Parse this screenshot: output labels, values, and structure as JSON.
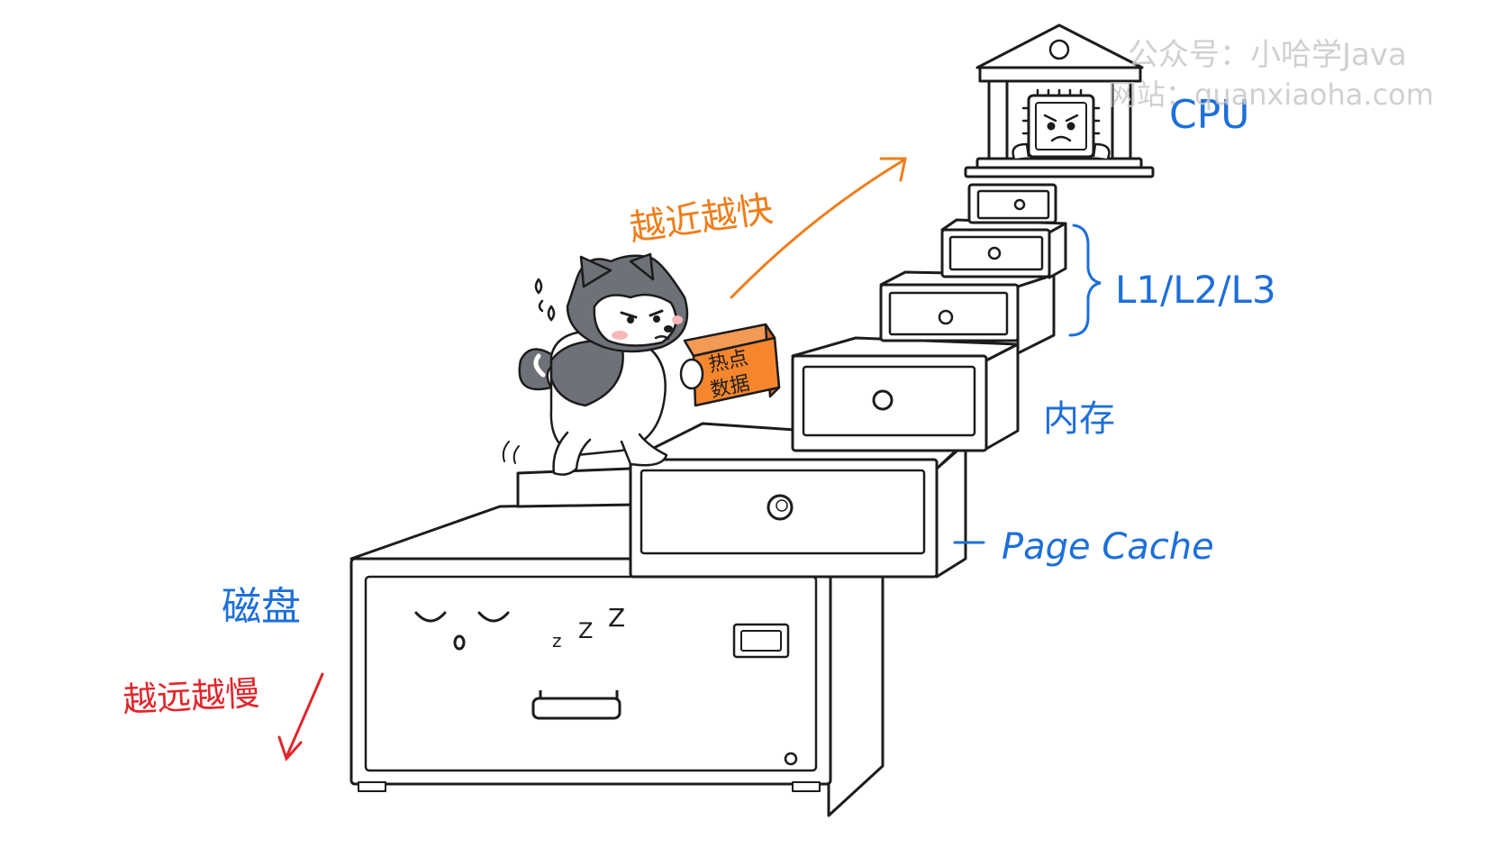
{
  "labels": {
    "cpu": "CPU",
    "cache_levels": "L1/L2/L3",
    "memory": "内存",
    "page_cache": "Page Cache",
    "disk": "磁盘",
    "faster": "越近越快",
    "slower": "越远越慢",
    "box_line1": "热点",
    "box_line2": "数据",
    "snore": [
      "z",
      "Z",
      "Z"
    ]
  },
  "watermark": {
    "line1": "公众号：小哈学Java",
    "line2": "网站：quanxiaoha.com"
  },
  "colors": {
    "blue": "#1e6fd9",
    "orange": "#ef7d1a",
    "red": "#e0262b",
    "box": "#f5862e",
    "outline": "#1c1c1c",
    "drawer_fill": "#ffffff",
    "husky_gray": "#6e7278",
    "watermark": "#c8c8c8"
  }
}
